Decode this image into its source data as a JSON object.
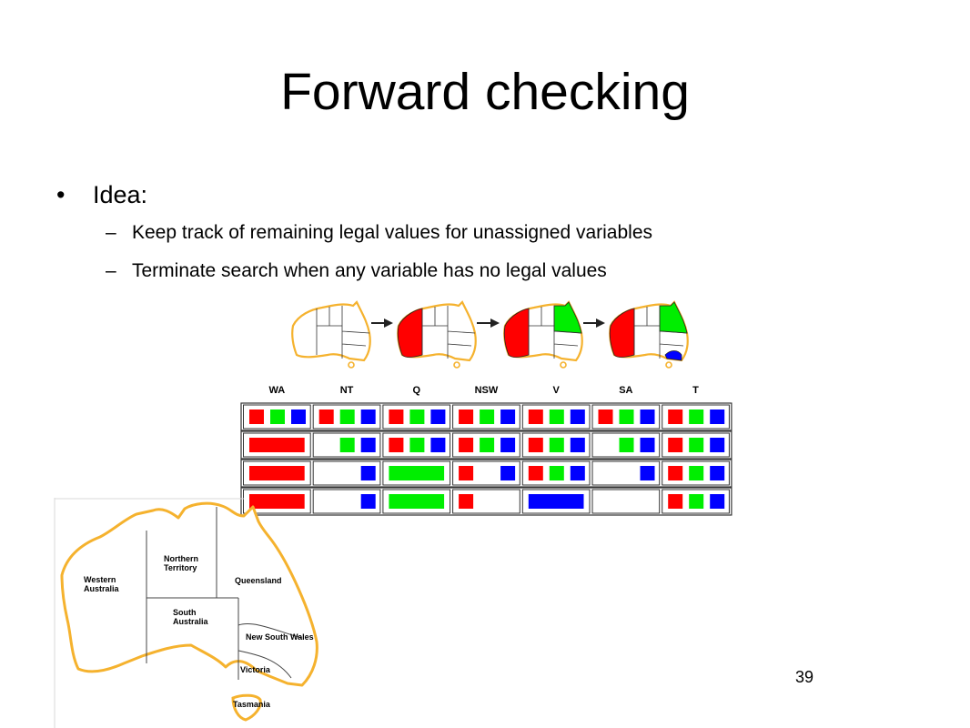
{
  "slide": {
    "title": "Forward checking",
    "bullet": "Idea:",
    "bullet_marker": "•",
    "sub_marker": "–",
    "sub_points": [
      "Keep track of remaining legal values for unassigned variables",
      "Terminate search when any variable has no legal values"
    ],
    "page_number": "39"
  },
  "colors": {
    "red": "#ff0000",
    "green": "#00ee00",
    "blue": "#0000ff",
    "map_outline": "#f5b22e",
    "arrow": "#222222"
  },
  "table": {
    "columns": [
      "WA",
      "NT",
      "Q",
      "NSW",
      "V",
      "SA",
      "T"
    ],
    "rows": [
      {
        "WA": [
          "red",
          "green",
          "blue"
        ],
        "NT": [
          "red",
          "green",
          "blue"
        ],
        "Q": [
          "red",
          "green",
          "blue"
        ],
        "NSW": [
          "red",
          "green",
          "blue"
        ],
        "V": [
          "red",
          "green",
          "blue"
        ],
        "SA": [
          "red",
          "green",
          "blue"
        ],
        "T": [
          "red",
          "green",
          "blue"
        ]
      },
      {
        "WA": "red",
        "NT": [
          "green",
          "blue"
        ],
        "Q": [
          "red",
          "green",
          "blue"
        ],
        "NSW": [
          "red",
          "green",
          "blue"
        ],
        "V": [
          "red",
          "green",
          "blue"
        ],
        "SA": [
          "green",
          "blue"
        ],
        "T": [
          "red",
          "green",
          "blue"
        ]
      },
      {
        "WA": "red",
        "NT": [
          "blue"
        ],
        "Q": "green",
        "NSW": [
          "red",
          "blue"
        ],
        "V": [
          "red",
          "green",
          "blue"
        ],
        "SA": [
          "blue"
        ],
        "T": [
          "red",
          "green",
          "blue"
        ]
      },
      {
        "WA": "red",
        "NT": [
          "blue"
        ],
        "Q": "green",
        "NSW": [
          "red"
        ],
        "V": "blue",
        "SA": [],
        "T": [
          "red",
          "green",
          "blue"
        ]
      }
    ]
  },
  "map_steps": [
    {
      "WA": null,
      "Q": null,
      "V": null
    },
    {
      "WA": "red",
      "Q": null,
      "V": null
    },
    {
      "WA": "red",
      "Q": "green",
      "V": null
    },
    {
      "WA": "red",
      "Q": "green",
      "V": "blue"
    }
  ],
  "map": {
    "regions": [
      {
        "key": "wa",
        "lines": [
          "Western",
          "Australia"
        ]
      },
      {
        "key": "nt",
        "lines": [
          "Northern",
          "Territory"
        ]
      },
      {
        "key": "q",
        "lines": [
          "Queensland"
        ]
      },
      {
        "key": "sa",
        "lines": [
          "South",
          "Australia"
        ]
      },
      {
        "key": "nsw",
        "lines": [
          "New South Wales"
        ]
      },
      {
        "key": "v",
        "lines": [
          "Victoria"
        ]
      },
      {
        "key": "t",
        "lines": [
          "Tasmania"
        ]
      }
    ]
  }
}
